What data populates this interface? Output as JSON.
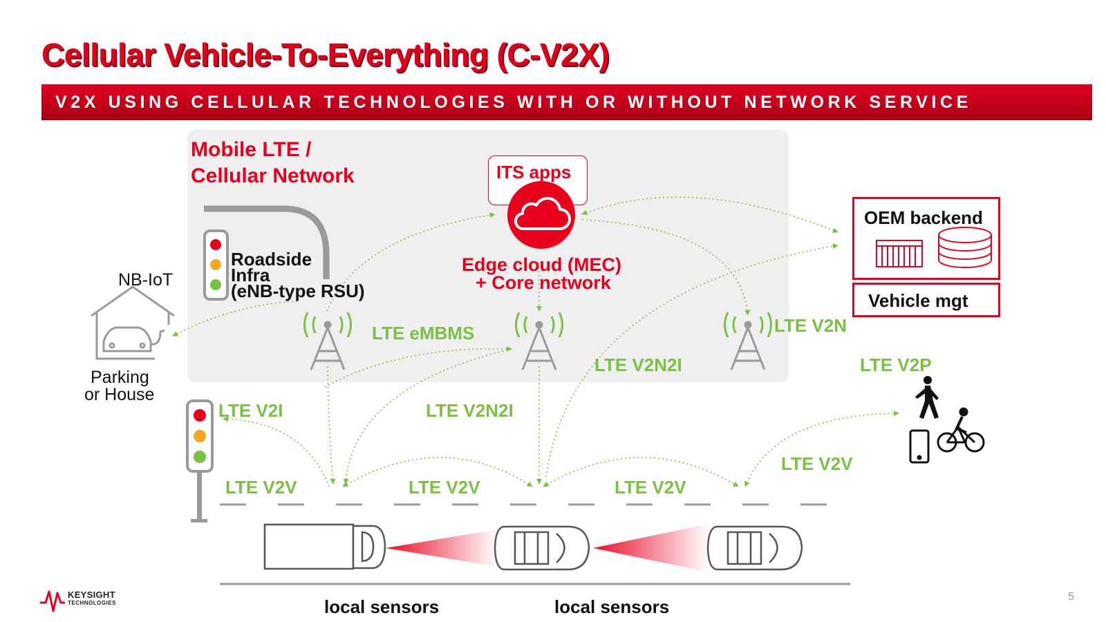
{
  "slide": {
    "title": "Cellular Vehicle-To-Everything (C-V2X)",
    "subtitle": "V2X USING CELLULAR TECHNOLOGIES WITH OR WITHOUT NETWORK SERVICE",
    "page_number": "5"
  },
  "network": {
    "title_line1": "Mobile LTE /",
    "title_line2": "Cellular Network",
    "its_apps": "ITS apps",
    "edge_line1": "Edge cloud (MEC)",
    "edge_line2": "+ Core network",
    "rsu_line1": "Roadside",
    "rsu_line2": "Infra",
    "rsu_line3": "(eNB-type RSU)"
  },
  "house": {
    "nbiot": "NB-IoT",
    "line1": "Parking",
    "line2": "or House"
  },
  "backend": {
    "oem": "OEM backend",
    "vehicle_mgt": "Vehicle mgt"
  },
  "links": {
    "embms": "LTE eMBMS",
    "v2n": "LTE V2N",
    "v2n2i_upper": "LTE V2N2I",
    "v2p": "LTE V2P",
    "v2i": "LTE V2I",
    "v2n2i_lower": "LTE V2N2I",
    "v2v_right": "LTE V2V",
    "v2v_1": "LTE V2V",
    "v2v_2": "LTE V2V",
    "v2v_3": "LTE V2V"
  },
  "sensors": {
    "label1": "local sensors",
    "label2": "local sensors"
  },
  "logo": {
    "line1": "KEYSIGHT",
    "line2": "TECHNOLOGIES"
  },
  "colors": {
    "brand_red": "#e8001c",
    "link_green": "#7ac143",
    "network_bg": "#efefef"
  }
}
